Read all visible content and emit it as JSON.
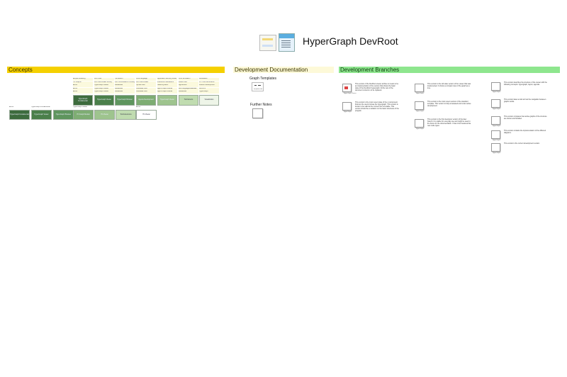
{
  "header": {
    "title": "HyperGraph DevRoot"
  },
  "sections": {
    "concepts": "Concepts",
    "documentation": "Development Documentation",
    "branches": "Development Branches"
  },
  "concepts_table": {
    "columns": [
      [
        "Eclipse Modeling",
        "IT4 Graphs",
        "Ecore",
        "Ecore",
        "Ecore"
      ],
      [
        "DSV Files",
        "DSV BROWSER Library",
        "HyperGraph Viewer",
        "HyperGraph Viewer",
        "HyperGraph Viewer"
      ],
      [
        "Tool Extent",
        "DSV WORKBENCH Library",
        "JavaModel",
        "JavaModel",
        "JavaModel"
      ],
      [
        "Core Language",
        "DSV BROWSER",
        "Syntax Files",
        "ViewBase Files",
        "ViewBase Files"
      ],
      [
        "Application Memory Model",
        "IndexDocs Wiki/Extern",
        "Static/Dynamic",
        "Agent Graph Module",
        "Agent Graph Module"
      ],
      [
        "Core Simulation",
        "Model View",
        "Agenta dev",
        "Bus Language/Database",
        "JavaModel"
      ],
      [
        "Declarative",
        "UI HTML Documents",
        "Indexer Development",
        "Wiki/Xml",
        "HyperGraph"
      ]
    ],
    "tier1": [
      "HyperGraph Fundamental",
      "HyperGraph Viewer",
      "HyperGraph Browser",
      "Agenta Development",
      "HyperGraph Viewer",
      "Tool Extents",
      "Visualization"
    ],
    "side_labels": [
      "Ecore",
      "HyperGraph Fundamental",
      "HyperGraph Viewer",
      "Ecore"
    ],
    "tier2": [
      "HyperGraph Fundamental",
      "HyperGraph Viewer",
      "HyperGraph Browser",
      "IT4 Graph Models",
      "IT4 Viewer",
      "Tool Extensions",
      "IT4 Viewer"
    ]
  },
  "documentation": {
    "templates_title": "Graph Templates",
    "template_caption": "templates-doc",
    "notes_title": "Further Notes"
  },
  "branches": {
    "col1": [
      {
        "caption": "HyperGraph Viewer",
        "text": "This version of the DevRoot viewer archive is meant to be an implementation of the version that shows the basic state of the DevRoot hypergraph. All the rest of the document content is to be replaced."
      },
      {
        "caption": "HyperGraph",
        "text": "This version is the most recent state of the ui component that lets the users browse the hypergraph. This version is known to be valid at the moment but not stable. This version should be a variation on the basic structures of the program."
      }
    ],
    "col2": [
      {
        "caption": "HyperGraph",
        "text": "This version is the old state version of the viewer that was implemented. It shows a compact view of the graph as a tree."
      },
      {
        "caption": "HyperGraph",
        "text": "This version is the most recent version of the standard template. This version is fully unreleased and under active development."
      },
      {
        "caption": "HyperGraph",
        "text": "This version is the first developer version of the later branch. It is stable for everyday use and might be used in the future for the documentation. It has minor features like new node types."
      }
    ],
    "col3": [
      {
        "caption": "HyperGraph",
        "text": "This version describes the structure of the viewer with the following concepts: hypergraph, layout, agenda."
      },
      {
        "caption": "HyperGraph",
        "text": "This version takes a look at how the navigation between graphs works."
      },
      {
        "caption": "HyperGraph",
        "text": "This version compares how active graphs of the structure are shown and handled."
      },
      {
        "caption": "HyperGraph",
        "text": "This version contains the implementation of the different diagrams."
      },
      {
        "caption": "HyperGraph",
        "text": "This version is the current development version."
      }
    ]
  },
  "colors": {
    "concepts": "#f5d000",
    "documentation": "#fdf9d8",
    "branches": "#8ee68e",
    "tier_dark": "#3d6b3d",
    "tier_light": "#ffffff"
  }
}
